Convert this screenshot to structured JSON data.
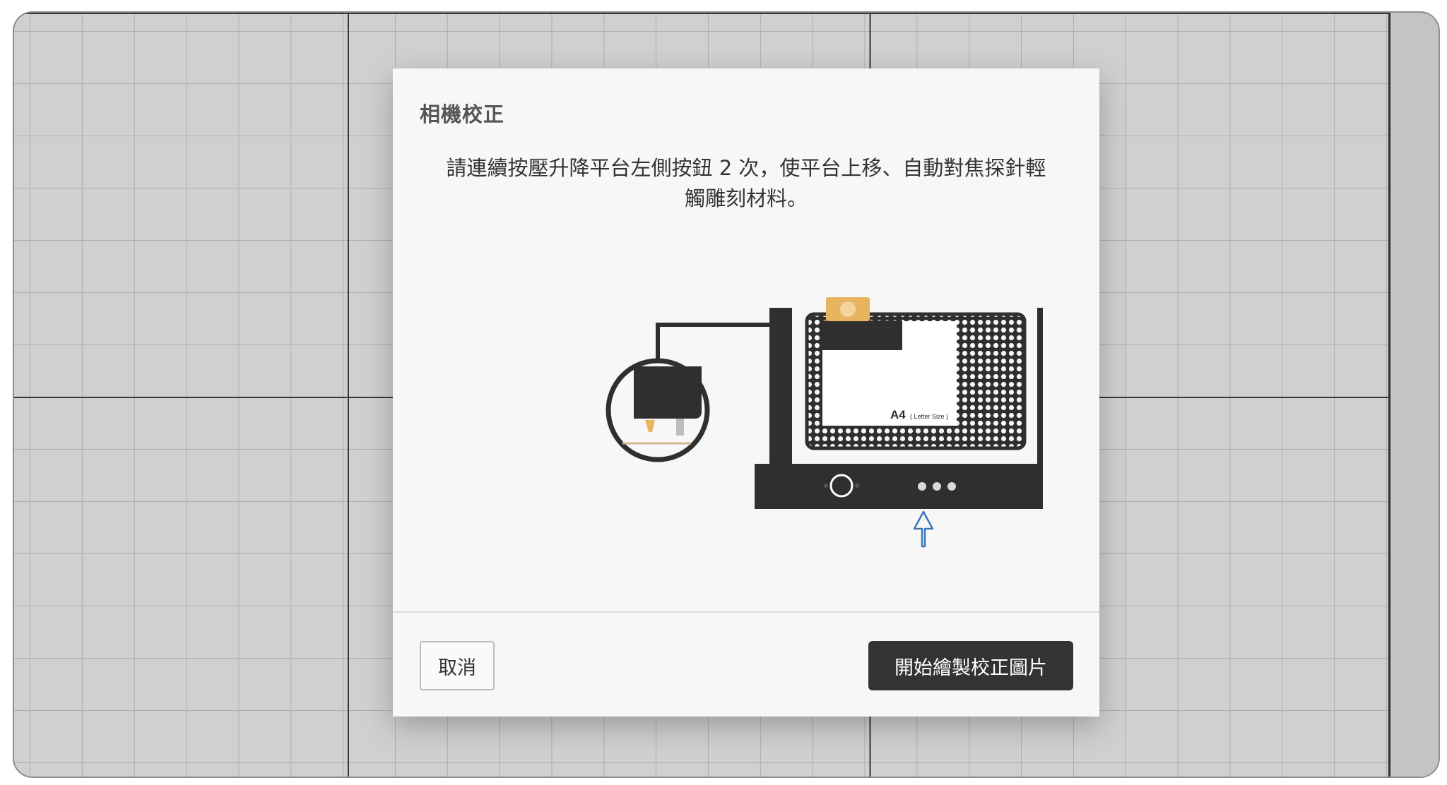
{
  "dialog": {
    "title": "相機校正",
    "instruction_line1": "請連續按壓升降平台左側按鈕 2 次，使平台上移、自動對焦探針輕",
    "instruction_line2": "觸雕刻材料。",
    "illustration": {
      "paper_label_main": "A4",
      "paper_label_sub": "( Letter Size )"
    },
    "cancel_label": "取消",
    "confirm_label": "開始繪製校正圖片"
  },
  "colors": {
    "dialog_bg": "#f7f7f7",
    "primary_button": "#333333",
    "accent_orange": "#e8b460",
    "arrow_blue": "#3a78b8"
  }
}
